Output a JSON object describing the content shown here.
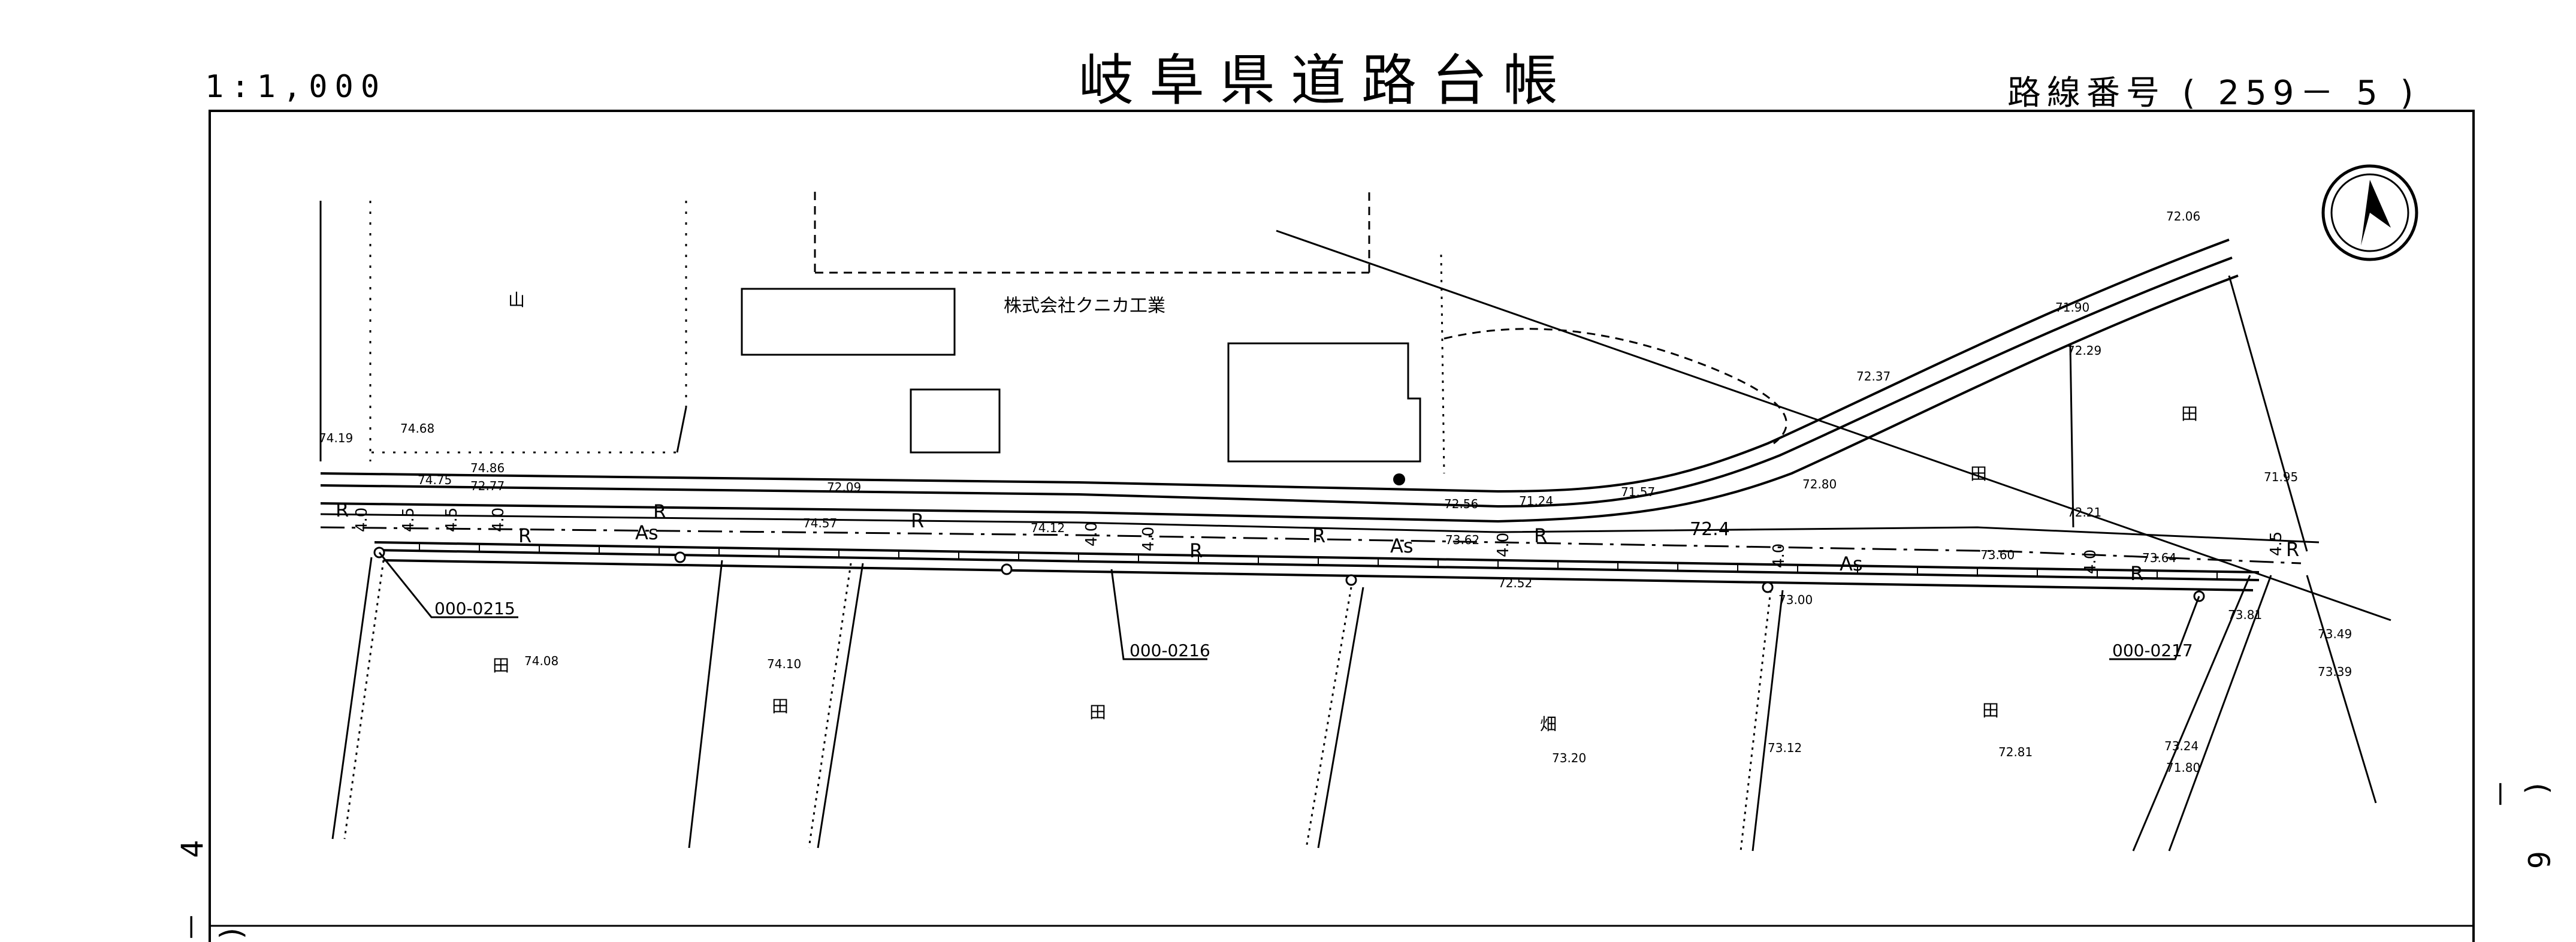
{
  "header": {
    "title": "岐阜県道路台帳",
    "scale": "1:1,000",
    "route_number": "路線番号 ( 259－ 5 )"
  },
  "sheet": {
    "left_ref": "－ 4 )",
    "right_ref": "( 6 －"
  },
  "map": {
    "company": "株式会社クニカ工業",
    "markers": [
      "000-0215",
      "000-0216",
      "000-0217"
    ],
    "elevations": [
      "74.19",
      "74.68",
      "74.75",
      "74.86",
      "72.77",
      "72.09",
      "74.57",
      "74.12",
      "72.56",
      "71.24",
      "71.57",
      "72.06",
      "71.90",
      "72.29",
      "72.37",
      "72.80",
      "72.21",
      "71.95",
      "73.62",
      "72.4",
      "73.60",
      "73.64",
      "72.52",
      "73.00",
      "74.08",
      "74.10",
      "73.20",
      "73.12",
      "72.81",
      "73.24",
      "71.80",
      "73.81",
      "73.49",
      "73.39"
    ],
    "lane_width": "4.0",
    "shoulder_width": "4.5",
    "road_edge_code": "R",
    "pavement_code": "As",
    "land_use_codes": [
      "山",
      "田",
      "畑"
    ],
    "north_arrow": "north-arrow-icon"
  }
}
